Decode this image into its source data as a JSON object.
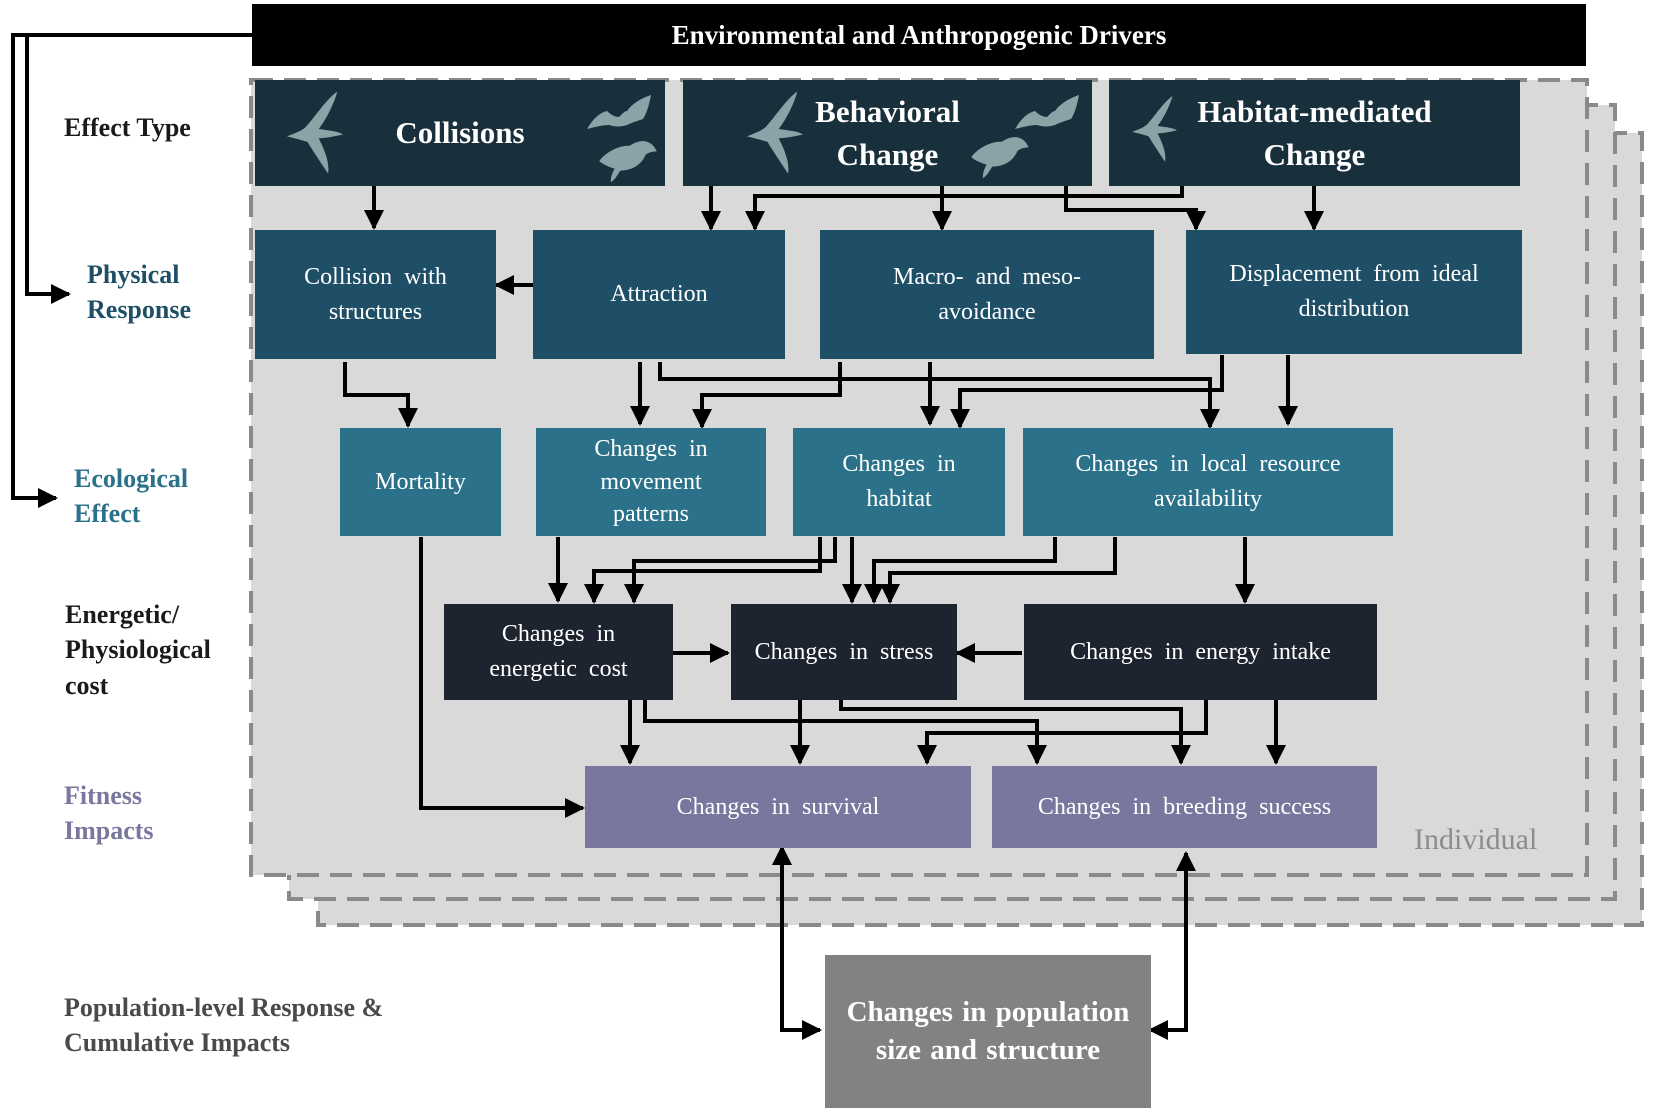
{
  "header": {
    "title": "Environmental and Anthropogenic Drivers"
  },
  "row_labels": {
    "effect_type": "Effect Type",
    "physical_response": "Physical Response",
    "ecological_effect": "Ecological Effect",
    "energetic_cost": "Energetic/ Physiological cost",
    "fitness_impacts": "Fitness Impacts",
    "population_response": "Population-level Response & Cumulative Impacts"
  },
  "effect_types": {
    "collisions": "Collisions",
    "behavioral_change": "Behavioral Change",
    "habitat_change": "Habitat-mediated Change"
  },
  "physical": {
    "collision_structures": "Collision with structures",
    "attraction": "Attraction",
    "avoidance": "Macro- and meso-avoidance",
    "displacement": "Displacement from ideal distribution"
  },
  "ecological": {
    "mortality": "Mortality",
    "movement": "Changes in movement patterns",
    "habitat": "Changes in habitat",
    "resource": "Changes in local resource availability"
  },
  "energetic": {
    "energetic_cost": "Changes in energetic cost",
    "stress": "Changes in stress",
    "energy_intake": "Changes in energy intake"
  },
  "fitness": {
    "survival": "Changes in survival",
    "breeding": "Changes in breeding success"
  },
  "population": {
    "size_structure": "Changes in population size and structure"
  },
  "individual_label": "Individual",
  "colors": {
    "effect_type": "#182f3c",
    "physical_response": "#1f4f66",
    "ecological_effect": "#2a7189",
    "energetic_cost": "#1e2330",
    "fitness_impacts": "#79779e",
    "population": "#828282",
    "panel": "#d9d9d9",
    "label_physical": "#1f4f66",
    "label_ecological": "#2a7189",
    "label_fitness": "#79779e"
  },
  "icons": [
    "bird-silhouette-icon",
    "bat-silhouette-icon",
    "songbird-silhouette-icon"
  ]
}
